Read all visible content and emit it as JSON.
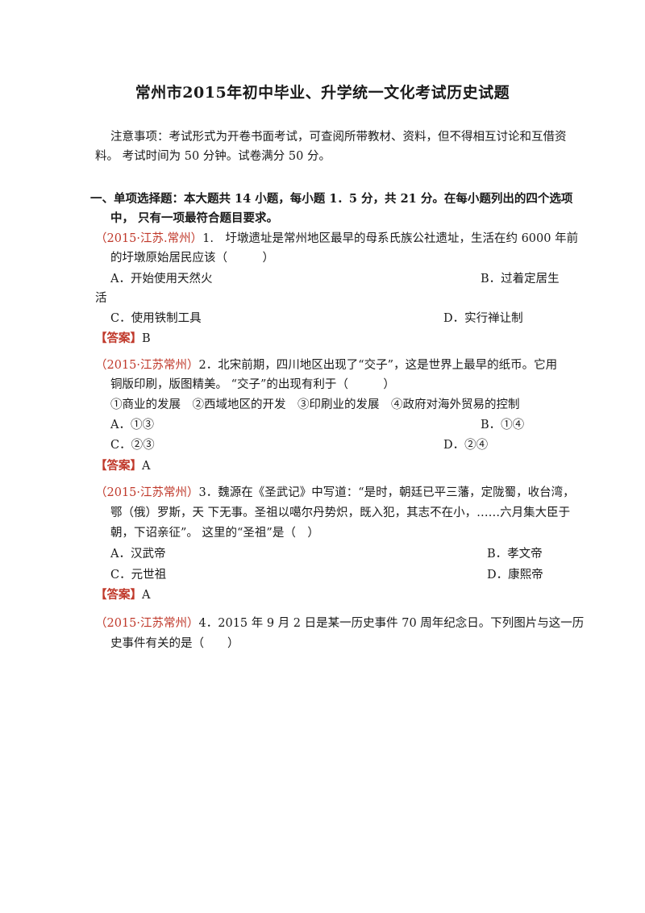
{
  "title": "常州市2015年初中毕业、升学统一文化考试历史试题",
  "notice": {
    "line1": "注意事项：考试形式为开卷书面考试，可查阅所带教材、资料，但不得相互讨论和互借资",
    "line2": "料。 考试时间为 50 分钟。试卷满分 50 分。"
  },
  "section": {
    "line1": "一、单项选择题：本大题共 14 小题，每小题 1．5 分，共 21 分。在每小题列出的四个选项",
    "line2": "中， 只有一项最符合题目要求。"
  },
  "answer_tag": "【答案】",
  "questions": [
    {
      "source": "（2015·江苏.常州）",
      "line1": "1.　圩墩遗址是常州地区最早的母系氏族公社遗址，生活在约 6000 年前",
      "line2": "的圩墩原始居民应该（　　　）",
      "option_a": "A．开始使用天然火",
      "option_b": "B．过着定居生",
      "option_b_wrap": "活",
      "option_c": "C．使用铁制工具",
      "option_d": "D．实行禅让制",
      "answer": "B"
    },
    {
      "source": "（2015·江苏常州）",
      "line1": "2．北宋前期，四川地区出现了“交子”，这是世界上最早的纸币。它用",
      "line2": "铜版印刷，版图精美。 “交子”的出现有利于（　　　）",
      "line3": "①商业的发展　②西域地区的开发　③印刷业的发展　④政府对海外贸易的控制",
      "option_a": "A．①③",
      "option_b": "B．①④",
      "option_c": "C．②③",
      "option_d": "D．②④",
      "answer": "A"
    },
    {
      "source": "（2015·江苏常州）",
      "line1": "3．魏源在《圣武记》中写道：“是时，朝廷已平三藩，定陇蜀，收台湾，",
      "line2": "鄂（俄）罗斯，天 下无事。圣祖以噶尔丹势炽，既入犯，其志不在小，……六月集大臣于",
      "line3": "朝，下诏亲征”。 这里的“圣祖”是（　）",
      "option_a": "A．汉武帝",
      "option_b": "B．孝文帝",
      "option_c": "C．元世祖",
      "option_d": "D．康熙帝",
      "answer": "A"
    },
    {
      "source": "（2015·江苏常州）",
      "line1": "4．2015 年 9 月 2 日是某一历史事件 70 周年纪念日。下列图片与这一历",
      "line2": "史事件有关的是（　　）"
    }
  ]
}
